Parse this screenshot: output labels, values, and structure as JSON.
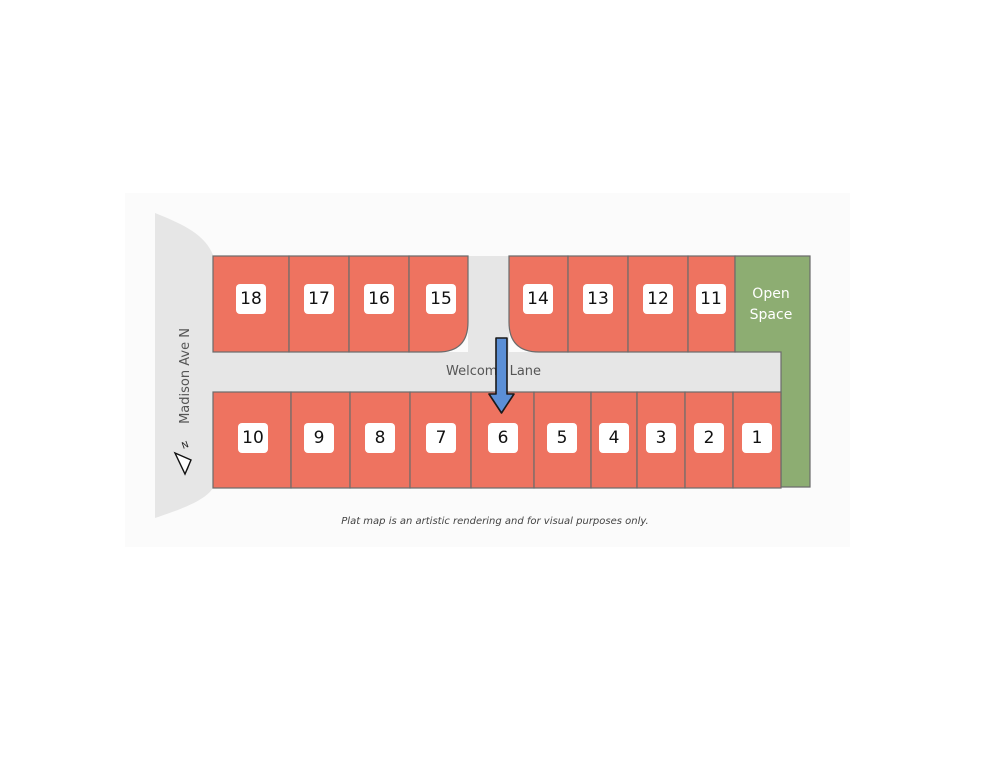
{
  "streets": {
    "main": "Welcome Lane",
    "side": "Madison Ave N"
  },
  "open_space": {
    "line1": "Open",
    "line2": "Space"
  },
  "compass": {
    "label": "N"
  },
  "marker": {
    "points_to_lot": "6",
    "color": "#5b8fd6"
  },
  "lots_top": [
    "18",
    "17",
    "16",
    "15",
    "14",
    "13",
    "12",
    "11"
  ],
  "lots_bottom": [
    "10",
    "9",
    "8",
    "7",
    "6",
    "5",
    "4",
    "3",
    "2",
    "1"
  ],
  "disclaimer": "Plat map is an artistic rendering and for visual purposes only.",
  "colors": {
    "lot": "#ee7360",
    "open_space": "#8dad72",
    "street": "#e6e6e6"
  }
}
